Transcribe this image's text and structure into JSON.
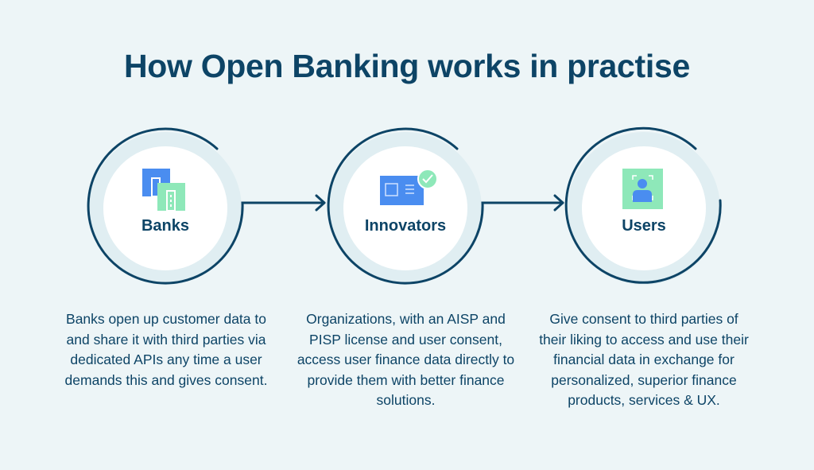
{
  "title": "How Open Banking works in practise",
  "colors": {
    "background": "#edf5f7",
    "primary": "#0d4466",
    "blue": "#4a8df0",
    "green": "#8ee8b9"
  },
  "steps": [
    {
      "label": "Banks",
      "icon": "bank-buildings-icon",
      "description": "Banks open up customer data to and share it with third parties via dedicated APIs any time a user demands this and gives consent."
    },
    {
      "label": "Innovators",
      "icon": "id-card-check-icon",
      "description": "Organizations, with an AISP and PISP license and user consent, access user finance data directly to provide them with better finance solutions."
    },
    {
      "label": "Users",
      "icon": "user-scan-icon",
      "description": "Give consent to third parties of their liking to access and use their financial data in exchange for personalized, superior finance products, services & UX."
    }
  ]
}
